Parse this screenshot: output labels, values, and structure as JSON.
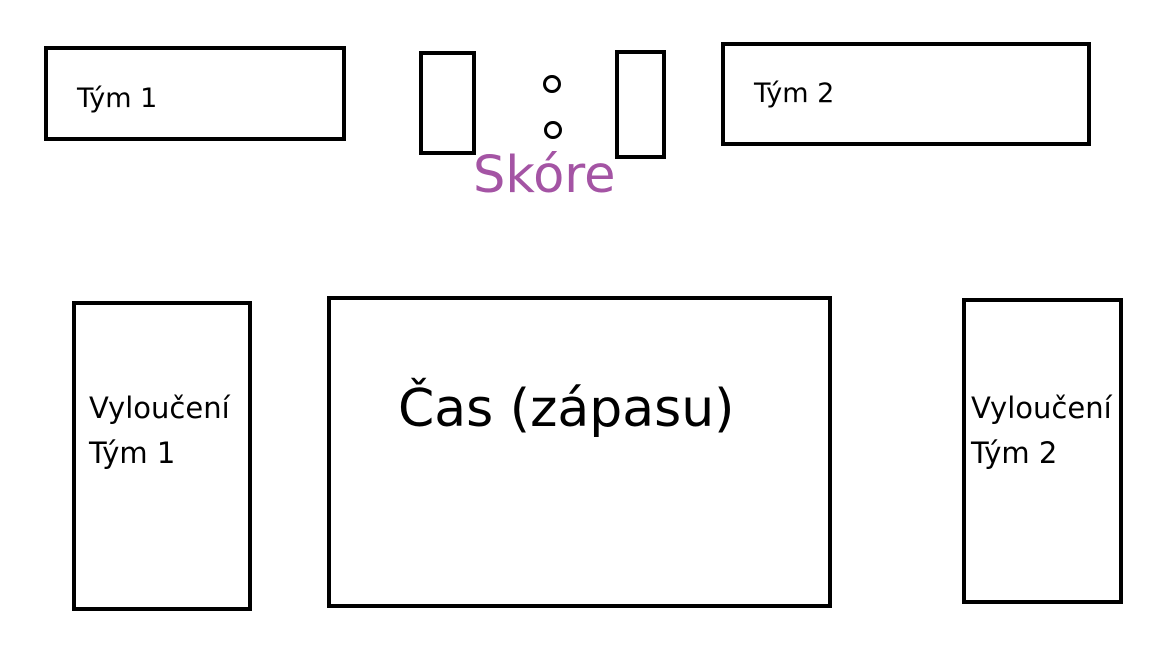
{
  "team1": {
    "label": "Tým 1"
  },
  "team2": {
    "label": "Tým 2"
  },
  "score": {
    "label": "Skóre",
    "color": "#A454A4"
  },
  "penalty1": {
    "line1": "Vyloučení",
    "line2": "Tým 1"
  },
  "penalty2": {
    "line1": "Vyloučení",
    "line2": "Tým 2"
  },
  "clock": {
    "label": "Čas (zápasu)"
  }
}
